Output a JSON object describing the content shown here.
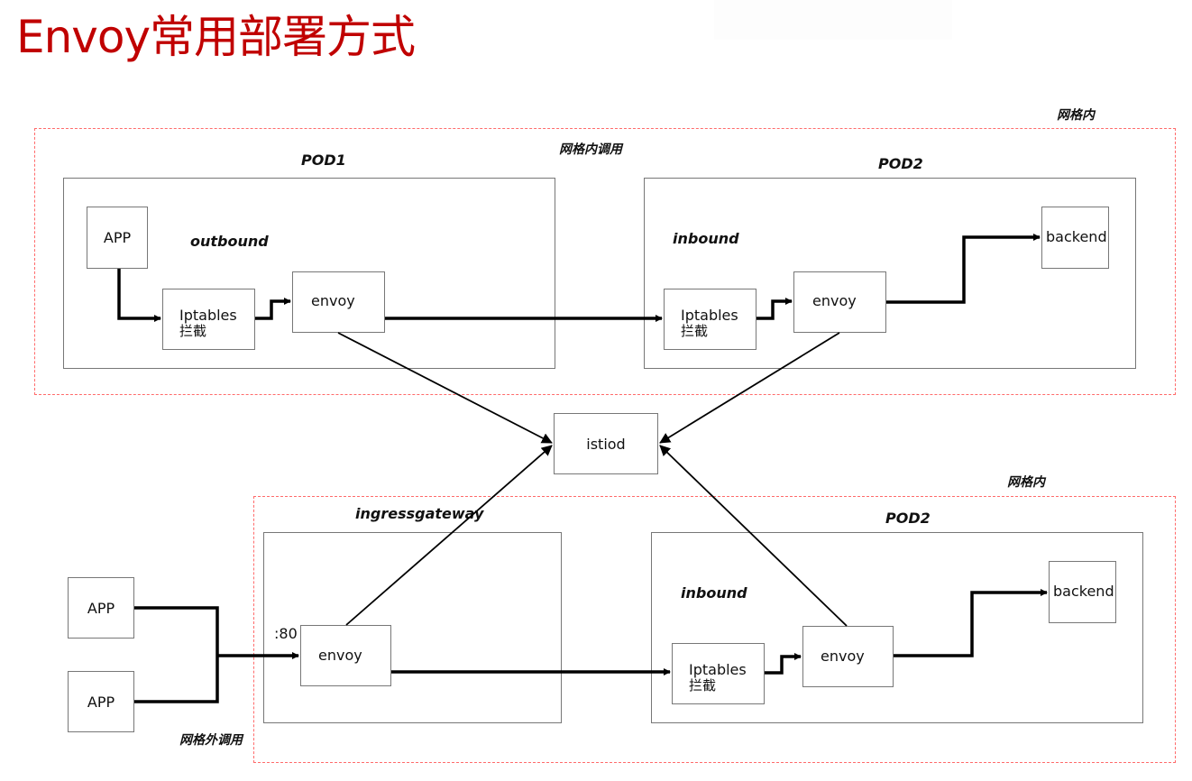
{
  "title": "Envoy常用部署方式",
  "top_section": {
    "zone_label": "网格内",
    "call_label": "网格内调用",
    "pod1": {
      "title": "POD1",
      "direction_label": "outbound",
      "app": "APP",
      "iptables": "Iptables",
      "iptables_sub": "拦截",
      "envoy": "envoy"
    },
    "pod2": {
      "title": "POD2",
      "direction_label": "inbound",
      "iptables": "Iptables",
      "iptables_sub": "拦截",
      "envoy": "envoy",
      "backend": "backend"
    }
  },
  "control_plane": {
    "istiod": "istiod"
  },
  "bottom_section": {
    "zone_label": "网格内",
    "external_call_label": "网格外调用",
    "external_apps": [
      "APP",
      "APP"
    ],
    "gateway": {
      "title": "ingressgateway",
      "port": ":80",
      "envoy": "envoy"
    },
    "pod2": {
      "title": "POD2",
      "direction_label": "inbound",
      "iptables": "Iptables",
      "iptables_sub": "拦截",
      "envoy": "envoy",
      "backend": "backend"
    }
  },
  "colors": {
    "title": "#c00000",
    "zone_border": "#ff6b6b",
    "box_border": "#777777",
    "arrow": "#000000"
  }
}
